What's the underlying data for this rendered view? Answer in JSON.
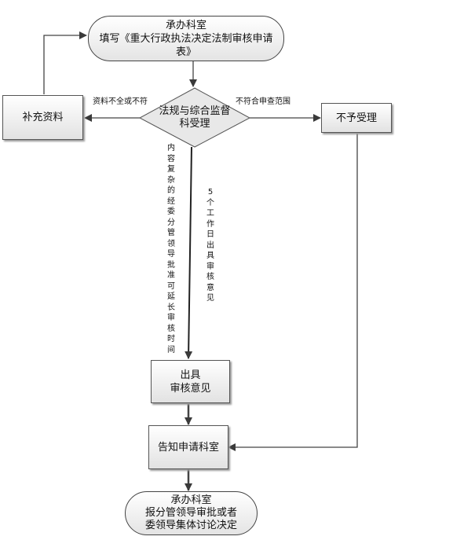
{
  "nodes": {
    "start": {
      "line1": "承办科室",
      "line2": "填写《重大行政执法决定法制审核申请",
      "line3": "表》"
    },
    "decision": {
      "line1": "法规与综合监督",
      "line2": "科受理"
    },
    "supplement": {
      "label": "补充资料"
    },
    "reject": {
      "label": "不予受理"
    },
    "opinion": {
      "line1": "出具",
      "line2": "审核意见"
    },
    "notify": {
      "label": "告知申请科室"
    },
    "end": {
      "line1": "承办科室",
      "line2": "报分管领导审批或者",
      "line3": "委领导集体讨论决定"
    }
  },
  "edge_labels": {
    "incomplete": "资料不全或不符",
    "out_of_scope": "不符合申查范围",
    "complex_case": "内容复杂的经委分管领导批准可延长审核时间",
    "five_days": "5个工作日出具审核意见"
  },
  "colors": {
    "stroke": "#555555",
    "arrow": "#3a3a3a"
  }
}
